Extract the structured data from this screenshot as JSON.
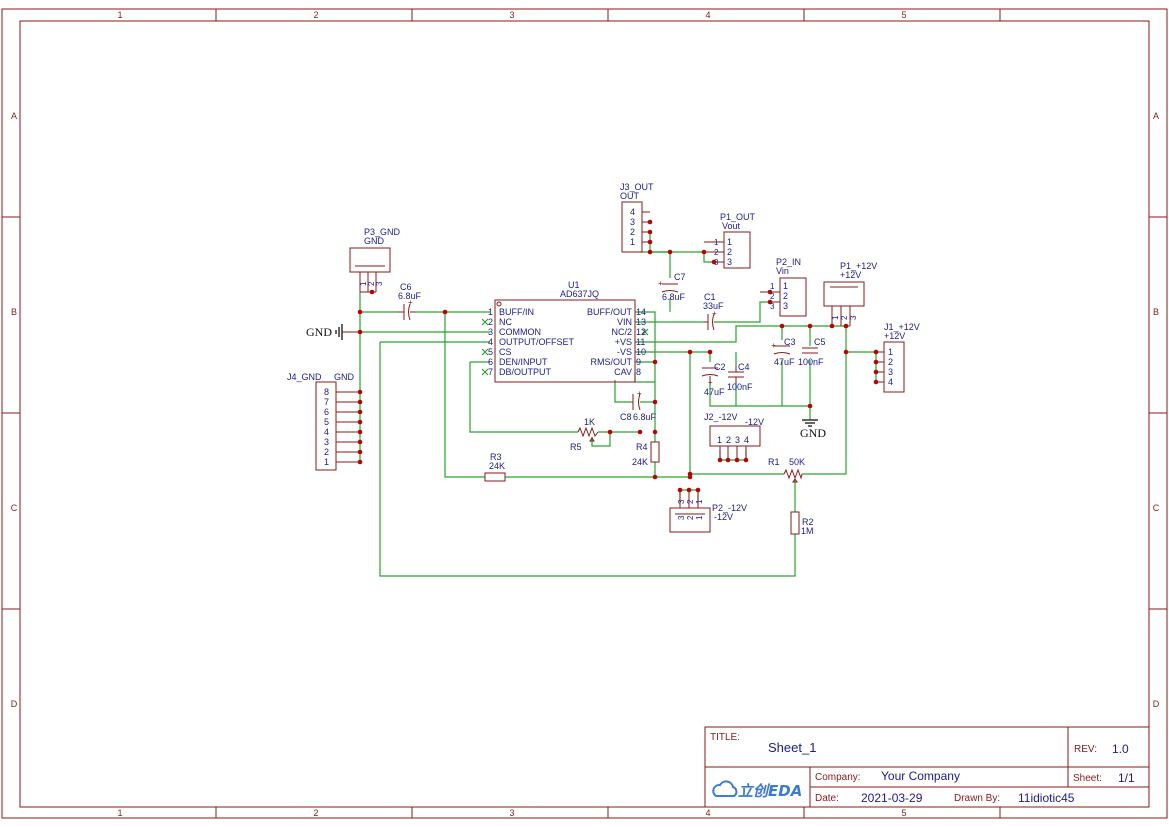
{
  "frame": {
    "columns": [
      "1",
      "2",
      "3",
      "4",
      "5"
    ],
    "rows": [
      "A",
      "B",
      "C",
      "D"
    ]
  },
  "title_block": {
    "title_label": "TITLE:",
    "title": "Sheet_1",
    "rev_label": "REV:",
    "rev": "1.0",
    "company_label": "Company:",
    "company": "Your Company",
    "sheet_label": "Sheet:",
    "sheet": "1/1",
    "date_label": "Date:",
    "date": "2021-03-29",
    "drawn_label": "Drawn By:",
    "drawn_by": "11idiotic45",
    "logo_text": "立创EDA"
  },
  "components": {
    "u1": {
      "ref": "U1",
      "value": "AD637JQ",
      "left_pins": [
        {
          "num": "1",
          "name": "BUFF/IN"
        },
        {
          "num": "2",
          "name": "NC"
        },
        {
          "num": "3",
          "name": "COMMON"
        },
        {
          "num": "4",
          "name": "OUTPUT/OFFSET"
        },
        {
          "num": "5",
          "name": "CS"
        },
        {
          "num": "6",
          "name": "DEN/INPUT"
        },
        {
          "num": "7",
          "name": "DB/OUTPUT"
        }
      ],
      "right_pins": [
        {
          "num": "14",
          "name": "BUFF/OUT"
        },
        {
          "num": "13",
          "name": "VIN"
        },
        {
          "num": "12",
          "name": "NC/2"
        },
        {
          "num": "11",
          "name": "+VS"
        },
        {
          "num": "10",
          "name": "-VS"
        },
        {
          "num": "9",
          "name": "RMS/OUT"
        },
        {
          "num": "8",
          "name": "CAV"
        }
      ]
    },
    "j3": {
      "ref": "J3_OUT",
      "value": "OUT",
      "pins": [
        "4",
        "3",
        "2",
        "1"
      ]
    },
    "p1_out": {
      "ref": "P1_OUT",
      "value": "Vout",
      "pins": [
        "1",
        "2",
        "3"
      ],
      "inner_pins": [
        "1",
        "2",
        "3"
      ]
    },
    "p2_in": {
      "ref": "P2_IN",
      "value": "Vin",
      "pins": [
        "1",
        "2",
        "3"
      ],
      "inner_pins": [
        "1",
        "2",
        "3"
      ]
    },
    "p1_12v": {
      "ref": "P1_+12V",
      "value": "+12V",
      "pins": [
        "1",
        "2",
        "3"
      ]
    },
    "j1": {
      "ref": "J1_+12V",
      "value": "+12V",
      "pins": [
        "1",
        "2",
        "3",
        "4"
      ]
    },
    "p3": {
      "ref": "P3_GND",
      "value": "GND",
      "pins": [
        "1",
        "2",
        "3"
      ]
    },
    "j4": {
      "ref": "J4_GND",
      "value": "GND",
      "pins": [
        "8",
        "7",
        "6",
        "5",
        "4",
        "3",
        "2",
        "1"
      ]
    },
    "j2": {
      "ref": "J2_-12V",
      "value": "-12V",
      "pins": [
        "1",
        "2",
        "3",
        "4"
      ]
    },
    "p2_12v": {
      "ref": "P2_-12V",
      "value": "-12V",
      "pins": [
        "3",
        "2",
        "1"
      ],
      "inner_pins": [
        "3",
        "2",
        "1"
      ]
    },
    "c6": {
      "ref": "C6",
      "value": "6.8uF"
    },
    "c7": {
      "ref": "C7",
      "value": "6.8uF"
    },
    "c1": {
      "ref": "C1",
      "value": "33uF"
    },
    "c2": {
      "ref": "C2",
      "value": "47uF"
    },
    "c3": {
      "ref": "C3",
      "value": "47uF"
    },
    "c4": {
      "ref": "C4",
      "value": "100nF"
    },
    "c5": {
      "ref": "C5",
      "value": "100nF"
    },
    "c8": {
      "ref": "C8",
      "value": "6.8uF"
    },
    "r1": {
      "ref": "R1",
      "value": "50K"
    },
    "r2": {
      "ref": "R2",
      "value": "1M"
    },
    "r3": {
      "ref": "R3",
      "value": "24K"
    },
    "r4": {
      "ref": "R4",
      "value": "24K"
    },
    "r5": {
      "ref": "R5",
      "value": "1K"
    }
  },
  "nets": {
    "gnd_left": "GND",
    "gnd_right": "GND"
  }
}
